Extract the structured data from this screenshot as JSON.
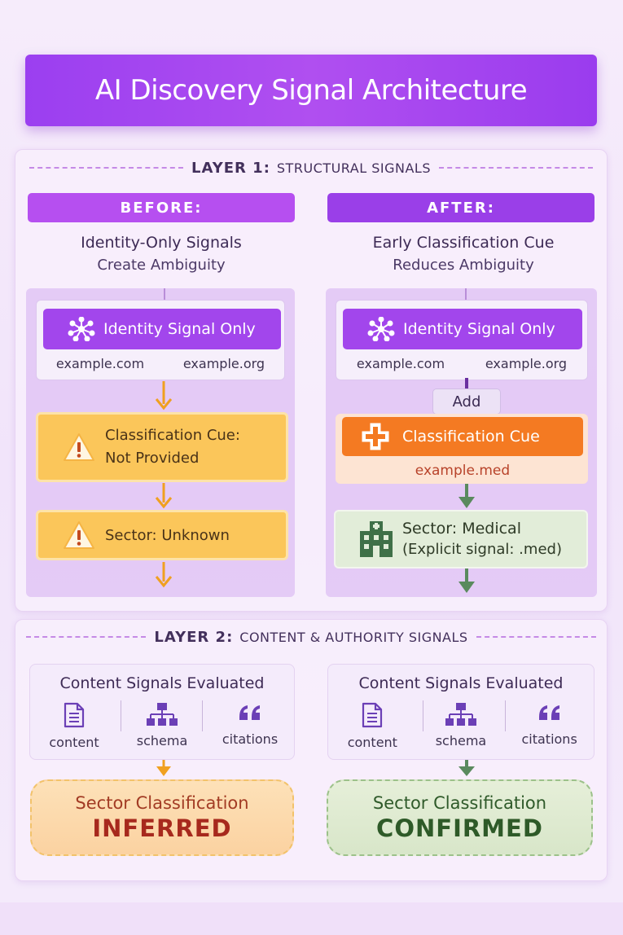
{
  "title": "AI Discovery Signal Architecture",
  "layer1": {
    "label_bold": "LAYER 1:",
    "label_rest": "STRUCTURAL SIGNALS",
    "before": {
      "header": "BEFORE:",
      "subtitle_line1": "Identity-Only Signals",
      "subtitle_line2": "Create Ambiguity",
      "identity_label": "Identity Signal Only",
      "domains": [
        "example.com",
        "example.org"
      ],
      "cue_line1": "Classification Cue:",
      "cue_line2": "Not Provided",
      "sector": "Sector: Unknown"
    },
    "after": {
      "header": "AFTER:",
      "subtitle_line1": "Early Classification Cue",
      "subtitle_line2": "Reduces Ambiguity",
      "identity_label": "Identity Signal Only",
      "domains": [
        "example.com",
        "example.org"
      ],
      "add_label": "Add",
      "cue_label": "Classification Cue",
      "cue_domain": "example.med",
      "sector_line1": "Sector: Medical",
      "sector_line2": "(Explicit signal: .med)"
    }
  },
  "layer2": {
    "label_bold": "LAYER 2:",
    "label_rest": "CONTENT & AUTHORITY SIGNALS",
    "left": {
      "title": "Content Signals Evaluated",
      "items": [
        "content",
        "schema",
        "citations"
      ],
      "result_line1": "Sector Classification",
      "result_line2": "INFERRED"
    },
    "right": {
      "title": "Content Signals Evaluated",
      "items": [
        "content",
        "schema",
        "citations"
      ],
      "result_line1": "Sector Classification",
      "result_line2": "CONFIRMED"
    }
  },
  "colors": {
    "title_bg": "#a846f0",
    "before_accent": "#fbc65a",
    "after_cue": "#f47a22",
    "medical_green": "#3f7048",
    "arrow_orange": "#f0a020",
    "arrow_green": "#5a8a5e"
  },
  "icons": {
    "identity": "network-node-icon",
    "warning": "warning-icon",
    "medical_cross": "medical-cross-icon",
    "hospital": "hospital-building-icon",
    "content": "document-icon",
    "schema": "hierarchy-icon",
    "citations": "quote-icon"
  }
}
